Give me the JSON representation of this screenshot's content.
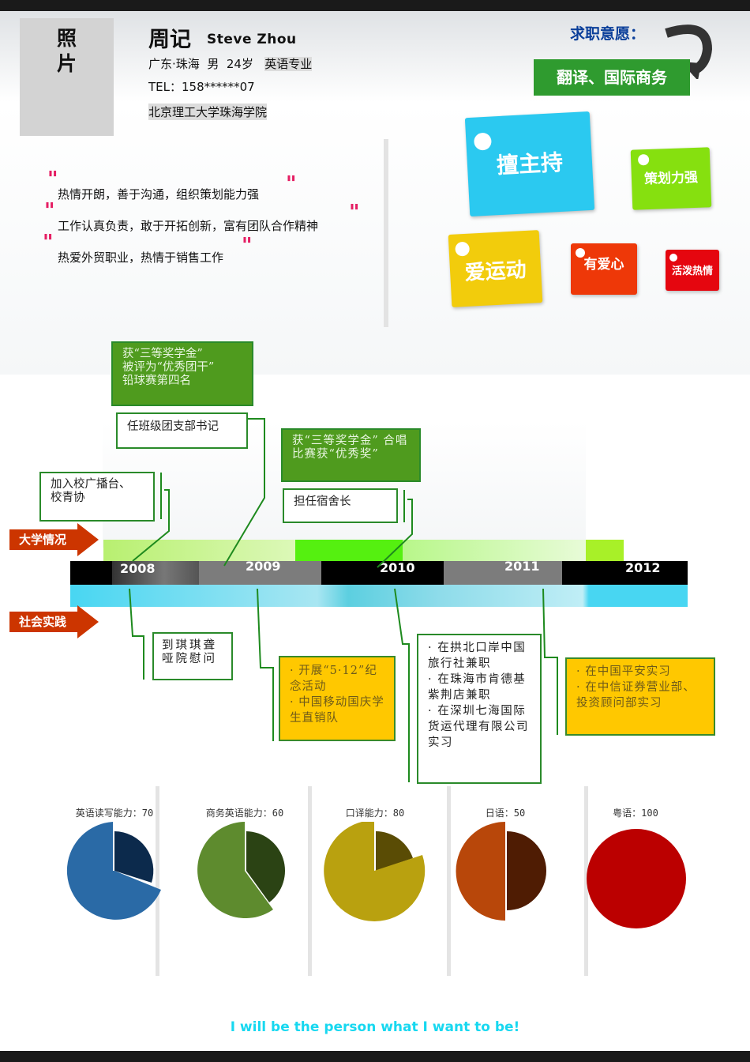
{
  "header": {
    "photo_label_1": "照",
    "photo_label_2": "片",
    "name_cn": "周记",
    "name_en": "Steve  Zhou",
    "location": "广东·珠海",
    "gender": "男",
    "age": "24岁",
    "major": "英语专业",
    "tel": "TEL：158******07",
    "school": "北京理工大学珠海学院"
  },
  "intent": {
    "label": "求职意愿：",
    "value": "翻译、国际商务",
    "accent": "#2f9b2f"
  },
  "quotes": [
    "热情开朗，善于沟通，组织策划能力强",
    "工作认真负责，敢于开拓创新，富有团队合作精神",
    "热爱外贸职业，热情于销售工作"
  ],
  "tags": [
    {
      "text": "擅主持",
      "color": "#2bc9f0"
    },
    {
      "text": "策划力强",
      "color": "#86e00f"
    },
    {
      "text": "爱运动",
      "color": "#f2cc0c"
    },
    {
      "text": "有爱心",
      "color": "#ee3808"
    },
    {
      "text": "活泼热情",
      "color": "#e5060f"
    }
  ],
  "timeline": {
    "row_labels": {
      "university": "大学情况",
      "social": "社会实践"
    },
    "years": [
      "2008",
      "2009",
      "2010",
      "2011",
      "2012"
    ],
    "university": [
      {
        "text": "获“三等奖学金”\n被评为“优秀团干”\n铅球赛第四名",
        "style": "green"
      },
      {
        "text": "任班级团支部书记",
        "style": "white"
      },
      {
        "text": "加入校广播台、\n校青协",
        "style": "white"
      },
      {
        "text": "获“三等奖学金”\n合唱比赛获“优秀奖”",
        "style": "green"
      },
      {
        "text": "担任宿舍长",
        "style": "white"
      }
    ],
    "social": [
      {
        "text": "到琪琪聋哑院慰问",
        "style": "white"
      },
      {
        "text": "· 开展“5·12”纪念活动\n· 中国移动国庆学生直销队",
        "style": "yellow"
      },
      {
        "text": "· 在拱北口岸中国旅行社兼职\n· 在珠海市肯德基紫荆店兼职\n· 在深圳七海国际货运代理有限公司实习",
        "style": "white"
      },
      {
        "text": "· 在中国平安实习\n· 在中信证券营业部、投资顾问部实习",
        "style": "yellow"
      }
    ]
  },
  "skills": [
    {
      "label": "英语读写能力：70",
      "value": 70,
      "color": "#2a6aa6",
      "dark": "#0c2a4c"
    },
    {
      "label": "商务英语能力：60",
      "value": 60,
      "color": "#5e8b2e",
      "dark": "#2b4314"
    },
    {
      "label": "口译能力：80",
      "value": 80,
      "color": "#b9a10f",
      "dark": "#5a4c05"
    },
    {
      "label": "日语：50",
      "value": 50,
      "color": "#b8470a",
      "dark": "#4f1c03"
    },
    {
      "label": "粤语：100",
      "value": 100,
      "color": "#bb0000",
      "dark": "#7a0000"
    }
  ],
  "chart_data": {
    "type": "pie",
    "title": "",
    "categories": [
      "英语读写能力",
      "商务英语能力",
      "口译能力",
      "日语",
      "粤语"
    ],
    "values": [
      70,
      60,
      80,
      50,
      100
    ],
    "max": 100
  },
  "footer": {
    "motto": "I will be the person what I want to be!"
  }
}
